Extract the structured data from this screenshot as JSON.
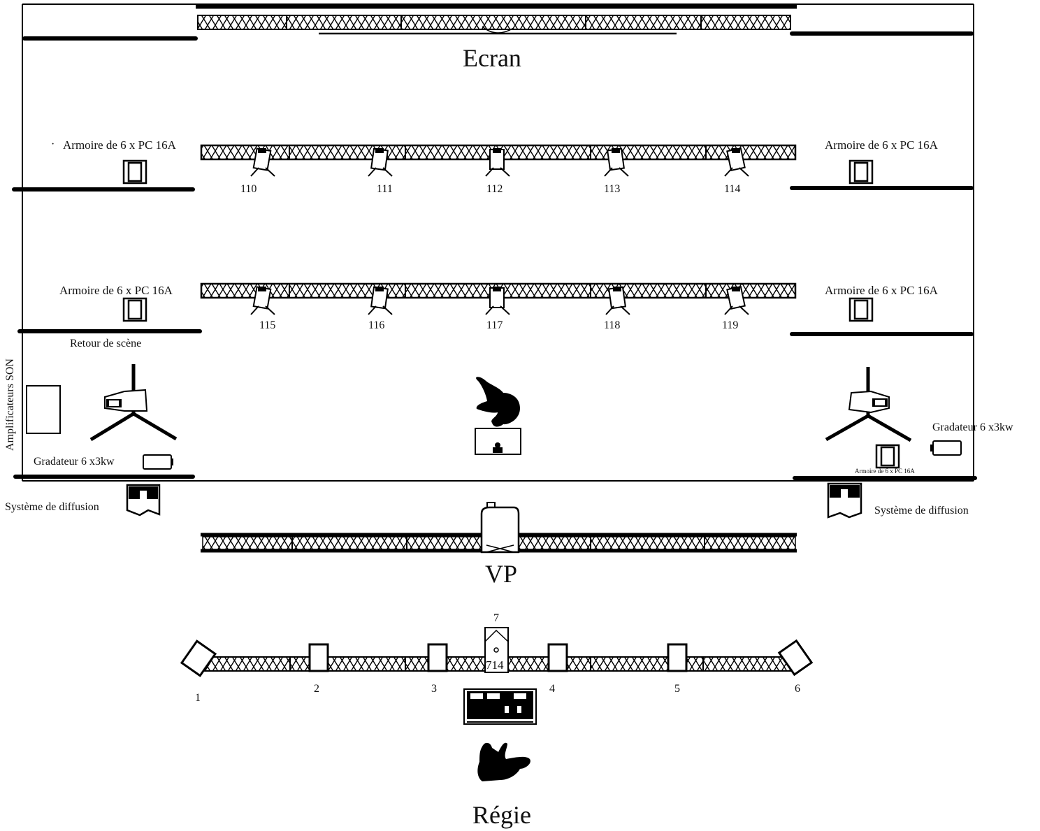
{
  "screen_label": "Ecran",
  "projector_label": "VP",
  "control_label": "Régie",
  "cabinet_label": "Armoire de 6 x PC 16A",
  "stage_return_label": "Retour de scène",
  "amplifiers_label": "Amplificateurs SON",
  "dimmer_label": "Gradateur 6 x3kw",
  "diffusion_label": "Système de diffusion",
  "rig_row_1_numbers": [
    "110",
    "111",
    "112",
    "113",
    "114"
  ],
  "rig_row_2_numbers": [
    "115",
    "116",
    "117",
    "118",
    "119"
  ],
  "control_bar_numbers": [
    "1",
    "2",
    "3",
    "4",
    "5",
    "6"
  ],
  "center_fixture_top_number": "7",
  "center_fixture_inner_number": "714",
  "icons": {
    "truss": "truss-icon",
    "spotlight": "spotlight-icon",
    "cabinet": "electrical-cabinet-icon",
    "speaker": "speaker-on-stand-icon",
    "person": "person-icon",
    "projector": "video-projector-icon",
    "console": "mixing-console-icon",
    "pa": "pa-speaker-icon",
    "dimmer": "dimmer-icon",
    "lectern": "lectern-icon"
  }
}
